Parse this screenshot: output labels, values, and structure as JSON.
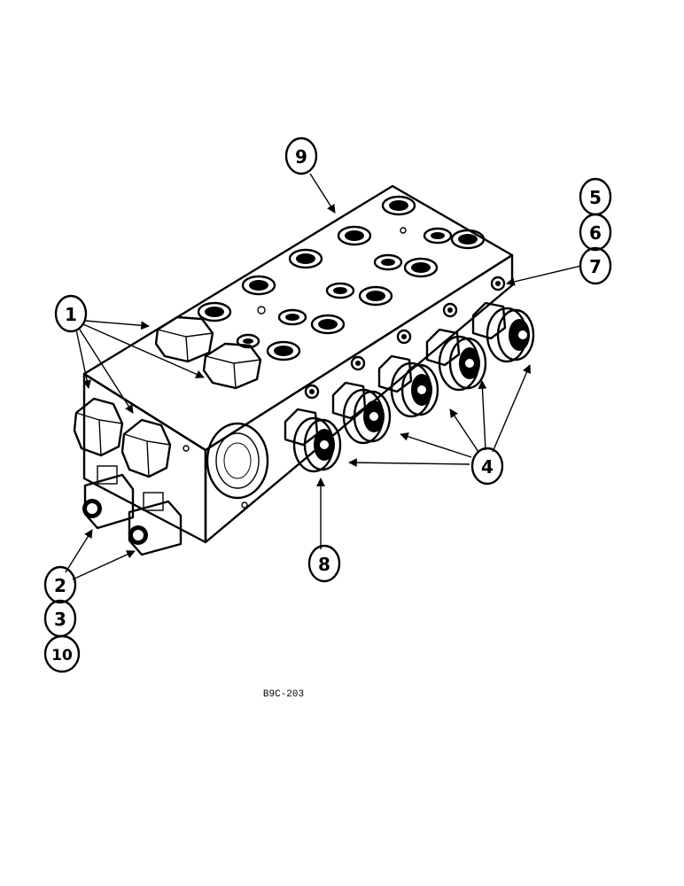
{
  "diagram": {
    "callouts": {
      "c1": "1",
      "c2": "2",
      "c3": "3",
      "c4": "4",
      "c5": "5",
      "c6": "6",
      "c7": "7",
      "c8": "8",
      "c9": "9",
      "c10": "10"
    },
    "figure_code": "B9C-203"
  }
}
